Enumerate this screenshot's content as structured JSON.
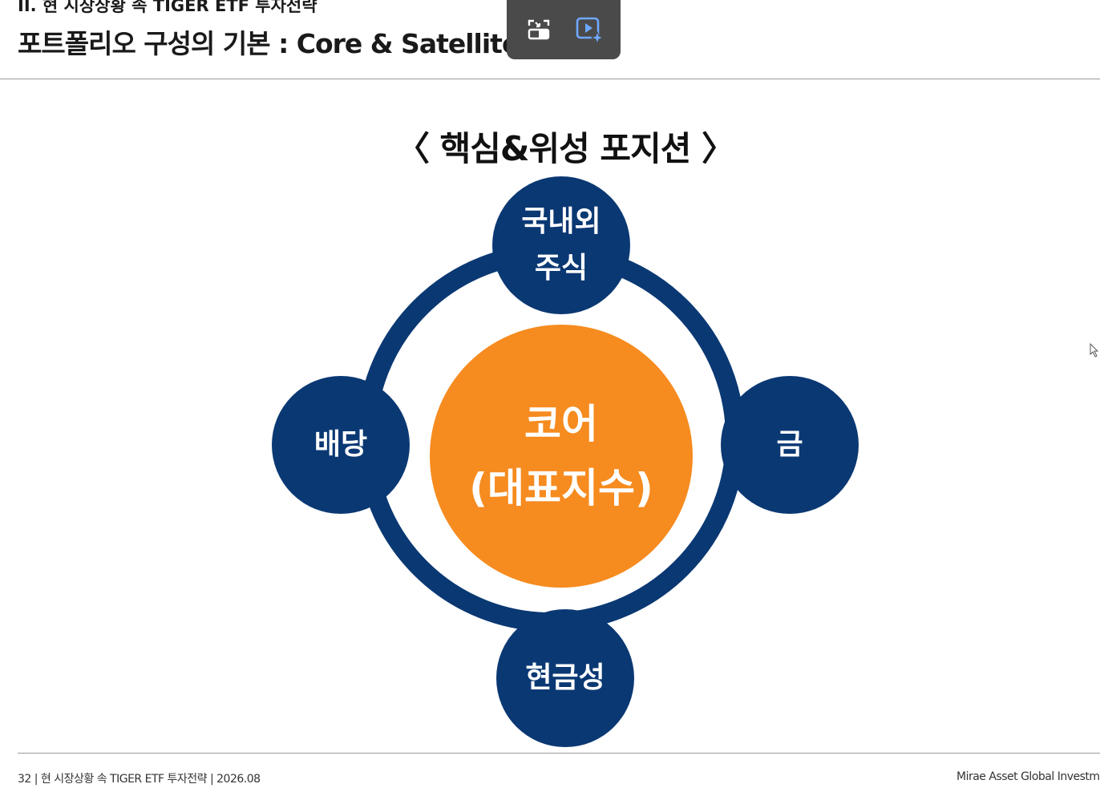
{
  "header": {
    "section_label": "II. 현 시장상황 속 TIGER ETF 투자전략",
    "page_title": "포트폴리오 구성의 기본 : Core & Satellite"
  },
  "toolbar": {
    "buttons": [
      {
        "icon": "exit-fullscreen-icon"
      },
      {
        "icon": "video-ai-icon"
      }
    ]
  },
  "diagram": {
    "title": "〈 핵심&위성 포지션 〉",
    "core": {
      "line1": "코어",
      "line2": "(대표지수)",
      "color": "#f68b1f"
    },
    "satellites": {
      "top": {
        "line1": "국내외",
        "line2": "주식"
      },
      "left": {
        "label": "배당"
      },
      "right": {
        "label": "금"
      },
      "bottom": {
        "label": "현금성"
      }
    },
    "satellite_color": "#0a3873"
  },
  "footer": {
    "left": "32 | 현 시장상황 속 TIGER ETF 투자전략 | 2026.08",
    "right": "Mirae Asset Global Investments"
  }
}
